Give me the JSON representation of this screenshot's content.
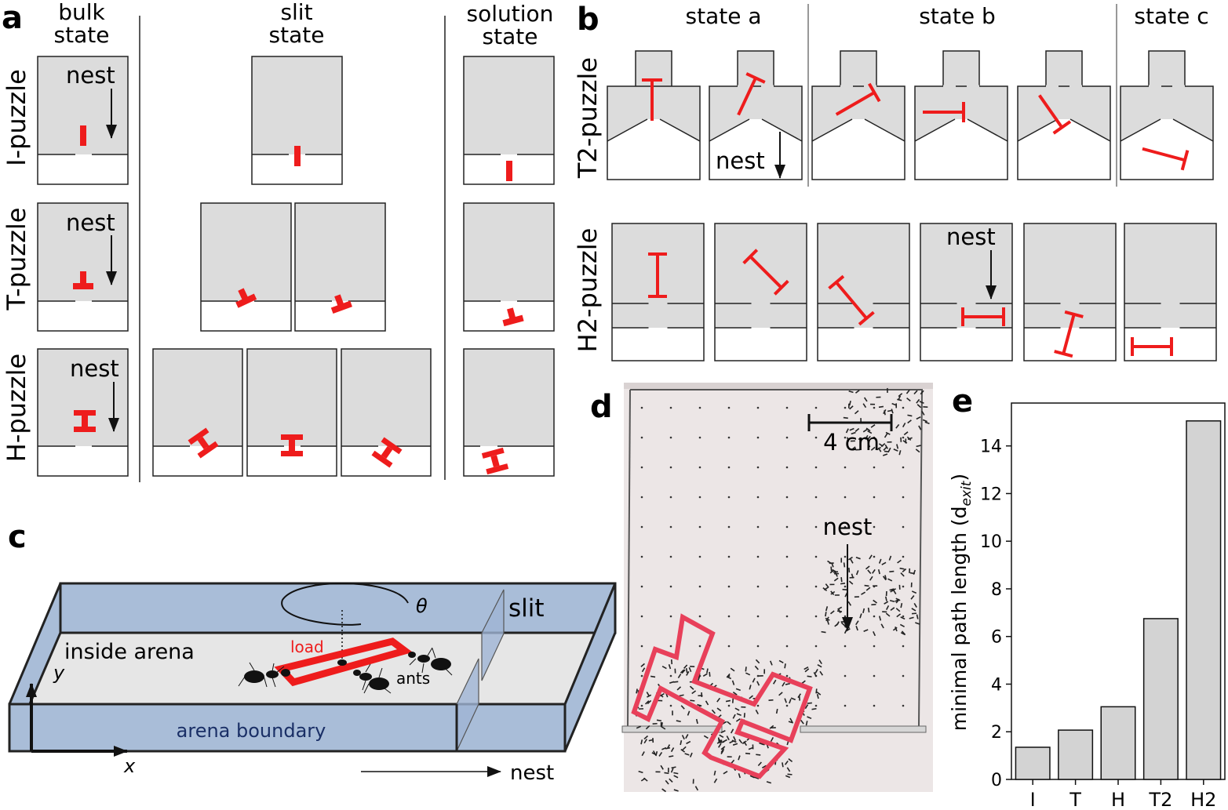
{
  "colors": {
    "arena_fill": "#dcdcdc",
    "load": "#ee1c1c",
    "wall_blue": "#a9bdd8",
    "photo_bg": "#ece6e6",
    "photo_load": "#e8405a",
    "bar_fill": "#d3d3d3"
  },
  "panel_a": {
    "label": "a",
    "columns": [
      {
        "line1": "bulk",
        "line2": "state"
      },
      {
        "line1": "slit",
        "line2": "state"
      },
      {
        "line1": "solution",
        "line2": "state"
      }
    ],
    "rows": [
      "I-puzzle",
      "T-puzzle",
      "H-puzzle"
    ],
    "nest_label": "nest"
  },
  "panel_b": {
    "label": "b",
    "states": [
      "state a",
      "state b",
      "state c"
    ],
    "rows": [
      "T2-puzzle",
      "H2-puzzle"
    ],
    "nest_label": "nest"
  },
  "panel_c": {
    "label": "c",
    "slit": "slit",
    "inside_arena": "inside arena",
    "load": "load",
    "ants": "ants",
    "arena_boundary": "arena boundary",
    "theta": "θ",
    "x": "x",
    "y": "y",
    "nest": "nest"
  },
  "panel_d": {
    "label": "d",
    "scale_bar": "4 cm",
    "nest": "nest"
  },
  "panel_e": {
    "label": "e"
  },
  "chart_data": {
    "type": "bar",
    "categories": [
      "I",
      "T",
      "H",
      "T2",
      "H2"
    ],
    "values": [
      1.35,
      2.07,
      3.05,
      6.75,
      15.05
    ],
    "ylabel_main": "minimal path length (d",
    "ylabel_sub": "exit",
    "ylabel_close": ")",
    "ylim": [
      0,
      15.8
    ],
    "yticks": [
      0,
      2,
      4,
      6,
      8,
      10,
      12,
      14
    ],
    "grid": false
  }
}
